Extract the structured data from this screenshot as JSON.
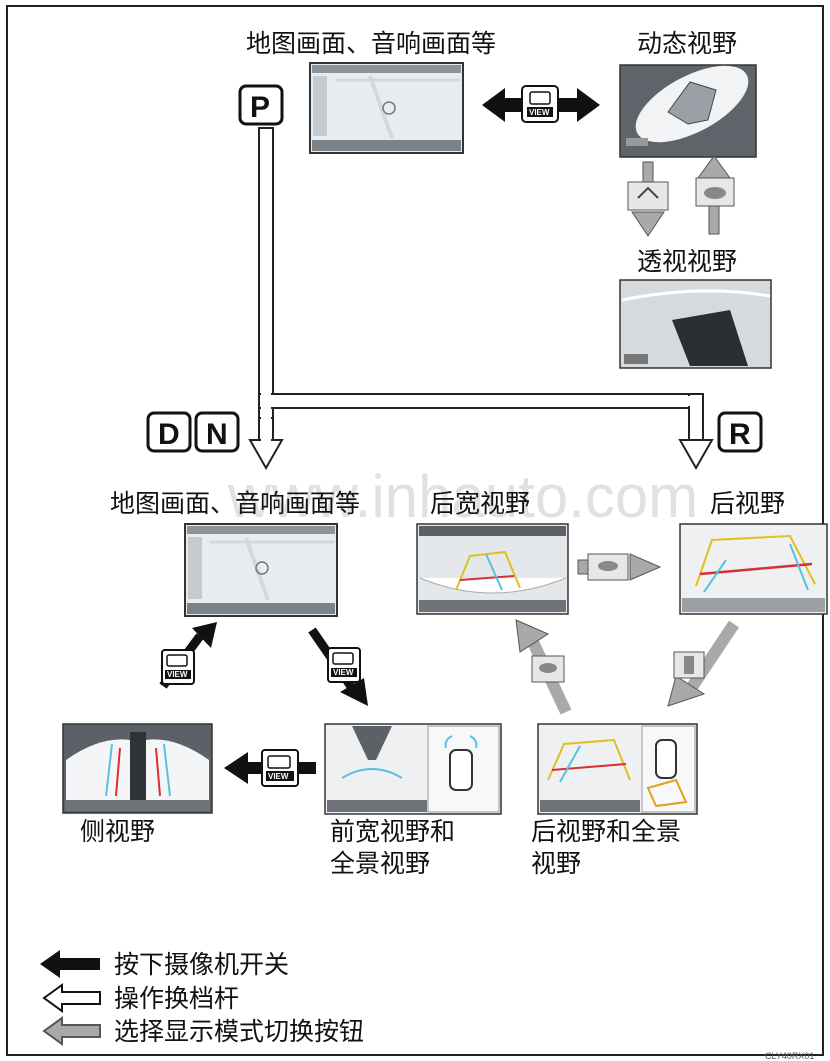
{
  "labels": {
    "map_top": "地图画面、音响画面等",
    "dynamic": "动态视野",
    "perspective": "透视视野",
    "map_mid": "地图画面、音响画面等",
    "rear_wide": "后宽视野",
    "rear": "后视野",
    "side": "侧视野",
    "front_wide_l1": "前宽视野和",
    "front_wide_l2": "全景视野",
    "rear_pano_l1": "后视野和全景",
    "rear_pano_l2": "视野"
  },
  "gears": {
    "p": "P",
    "d": "D",
    "n": "N",
    "r": "R"
  },
  "view_badge": "VIEW",
  "legend": [
    {
      "icon": "black-arrow-icon",
      "text": "按下摄像机开关"
    },
    {
      "icon": "white-arrow-icon",
      "text": "操作换档杆"
    },
    {
      "icon": "gray-arrow-icon",
      "text": "选择显示模式切换按钮"
    }
  ],
  "watermark": "www.inhauto.com",
  "code": "CLY40RX01",
  "colors": {
    "border": "#222222",
    "shift_path": "#ffffff",
    "gray_arrow": "#a9a9a9",
    "black_arrow": "#111111"
  }
}
